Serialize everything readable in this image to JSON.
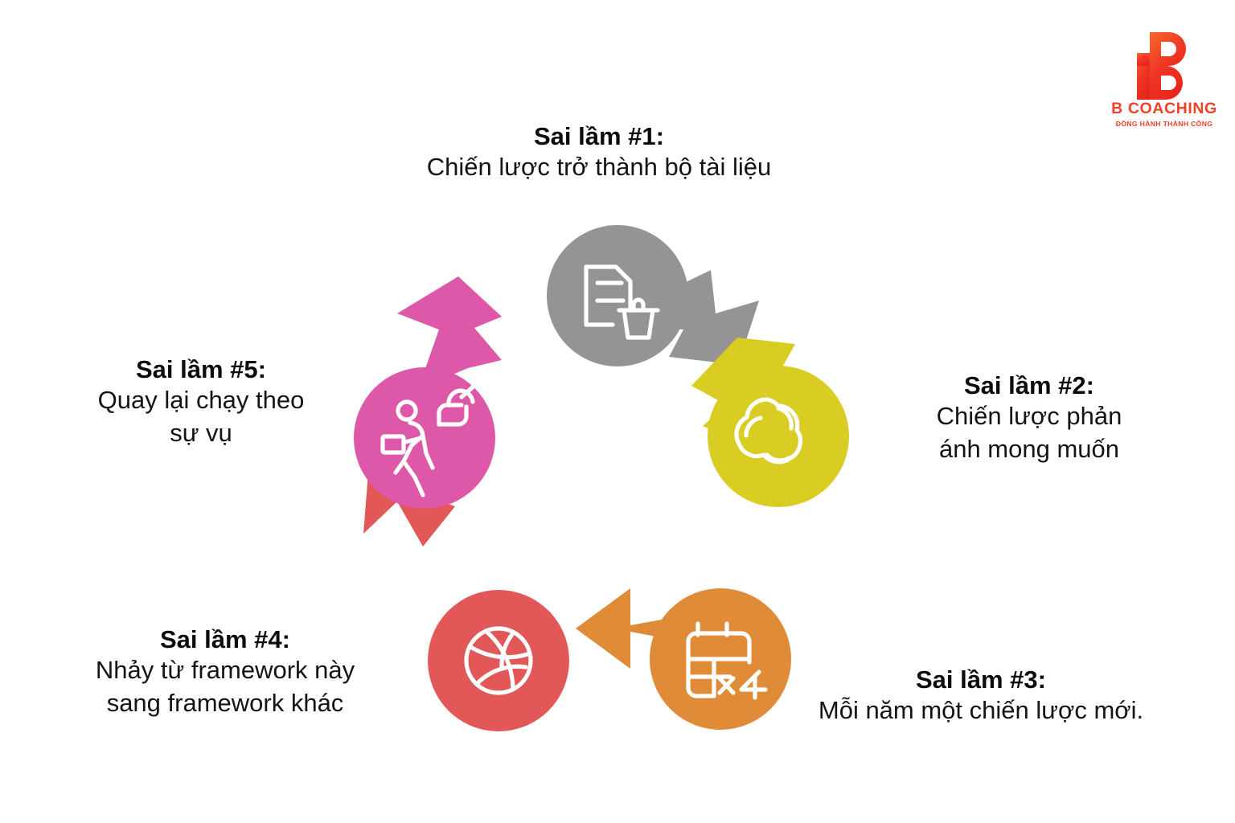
{
  "brand": {
    "logo_icon": "b-coaching-logo-icon",
    "name": "B COACHING",
    "tagline": "ĐỒNG HÀNH THÀNH CÔNG",
    "color": "#f04028"
  },
  "diagram": {
    "type": "cycle",
    "direction": "clockwise",
    "node_count": 5,
    "nodes": [
      {
        "id": 1,
        "heading": "Sai lầm #1:",
        "body_lines": [
          "Chiến lược trở thành bộ tài liệu"
        ],
        "color": "#949494",
        "icon": "document-trash-icon",
        "position": "top"
      },
      {
        "id": 2,
        "heading": "Sai lầm #2:",
        "body_lines": [
          "Chiến lược phản",
          "ánh mong muốn"
        ],
        "color": "#d9cc22",
        "icon": "cloud-wish-icon",
        "position": "right"
      },
      {
        "id": 3,
        "heading": "Sai lầm #3:",
        "body_lines": [
          "Mỗi năm một chiến lược mới."
        ],
        "color": "#df8b38",
        "icon": "calendar-x4-icon",
        "icon_badge": "x4",
        "position": "bottom-right"
      },
      {
        "id": 4,
        "heading": "Sai lầm #4:",
        "body_lines": [
          "Nhảy từ framework này",
          "sang framework khác"
        ],
        "color": "#e25757",
        "icon": "basketball-icon",
        "position": "bottom-left"
      },
      {
        "id": 5,
        "heading": "Sai lầm #5:",
        "body_lines": [
          "Quay lại chạy theo",
          "sự vụ"
        ],
        "color": "#dd58a8",
        "icon": "running-person-briefcase-icon",
        "position": "left"
      }
    ],
    "arrows": [
      {
        "from": 1,
        "to": 2,
        "color": "#949494",
        "name": "arrow-1-to-2"
      },
      {
        "from": 2,
        "to": 3,
        "color": "#d9cc22",
        "name": "arrow-2-to-3"
      },
      {
        "from": 3,
        "to": 4,
        "color": "#df8b38",
        "name": "arrow-3-to-4"
      },
      {
        "from": 4,
        "to": 5,
        "color": "#e25757",
        "name": "arrow-4-to-5"
      },
      {
        "from": 5,
        "to": 1,
        "color": "#dd58a8",
        "name": "arrow-5-to-1"
      }
    ],
    "background": "#ffffff"
  }
}
